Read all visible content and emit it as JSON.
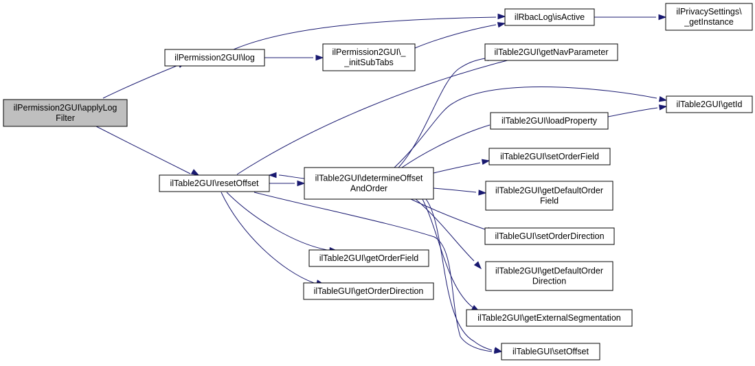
{
  "diagram": {
    "colors": {
      "edge": "#191970",
      "root_fill": "#bfbfbf",
      "node_fill": "#ffffff",
      "node_stroke": "#000000"
    },
    "nodes": [
      {
        "id": "applyLogFilter",
        "lines": [
          "ilPermission2GUI\\applyLog",
          "Filter"
        ],
        "root": true
      },
      {
        "id": "log",
        "lines": [
          "ilPermission2GUI\\log"
        ]
      },
      {
        "id": "initSubTabs",
        "lines": [
          "ilPermission2GUI\\_",
          "_initSubTabs"
        ]
      },
      {
        "id": "isActive",
        "lines": [
          "ilRbacLog\\isActive"
        ]
      },
      {
        "id": "privacy",
        "lines": [
          "ilPrivacySettings\\",
          "_getInstance"
        ]
      },
      {
        "id": "resetOffset",
        "lines": [
          "ilTable2GUI\\resetOffset"
        ]
      },
      {
        "id": "determine",
        "lines": [
          "ilTable2GUI\\determineOffset",
          "AndOrder"
        ]
      },
      {
        "id": "getNavParameter",
        "lines": [
          "ilTable2GUI\\getNavParameter"
        ]
      },
      {
        "id": "getId",
        "lines": [
          "ilTable2GUI\\getId"
        ]
      },
      {
        "id": "loadProperty",
        "lines": [
          "ilTable2GUI\\loadProperty"
        ]
      },
      {
        "id": "setOrderField",
        "lines": [
          "ilTable2GUI\\setOrderField"
        ]
      },
      {
        "id": "getDefaultOrderField",
        "lines": [
          "ilTable2GUI\\getDefaultOrder",
          "Field"
        ]
      },
      {
        "id": "setOrderDirection",
        "lines": [
          "ilTableGUI\\setOrderDirection"
        ]
      },
      {
        "id": "getDefaultOrderDirection",
        "lines": [
          "ilTable2GUI\\getDefaultOrder",
          "Direction"
        ]
      },
      {
        "id": "getExternalSegmentation",
        "lines": [
          "ilTable2GUI\\getExternalSegmentation"
        ]
      },
      {
        "id": "setOffset",
        "lines": [
          "ilTableGUI\\setOffset"
        ]
      },
      {
        "id": "getOrderField",
        "lines": [
          "ilTable2GUI\\getOrderField"
        ]
      },
      {
        "id": "getOrderDirection",
        "lines": [
          "ilTableGUI\\getOrderDirection"
        ]
      }
    ],
    "edges": [
      {
        "from": "applyLogFilter",
        "to": "log"
      },
      {
        "from": "applyLogFilter",
        "to": "resetOffset"
      },
      {
        "from": "log",
        "to": "isActive"
      },
      {
        "from": "log",
        "to": "initSubTabs"
      },
      {
        "from": "initSubTabs",
        "to": "isActive"
      },
      {
        "from": "isActive",
        "to": "privacy"
      },
      {
        "from": "resetOffset",
        "to": "getNavParameter"
      },
      {
        "from": "resetOffset",
        "to": "determine"
      },
      {
        "from": "determine",
        "to": "resetOffset"
      },
      {
        "from": "resetOffset",
        "to": "getOrderField"
      },
      {
        "from": "resetOffset",
        "to": "getOrderDirection"
      },
      {
        "from": "resetOffset",
        "to": "setOffset"
      },
      {
        "from": "determine",
        "to": "getNavParameter"
      },
      {
        "from": "determine",
        "to": "getId"
      },
      {
        "from": "determine",
        "to": "loadProperty"
      },
      {
        "from": "determine",
        "to": "setOrderField"
      },
      {
        "from": "determine",
        "to": "getDefaultOrderField"
      },
      {
        "from": "determine",
        "to": "setOrderDirection"
      },
      {
        "from": "determine",
        "to": "getDefaultOrderDirection"
      },
      {
        "from": "determine",
        "to": "getExternalSegmentation"
      },
      {
        "from": "determine",
        "to": "setOffset"
      },
      {
        "from": "loadProperty",
        "to": "getId"
      }
    ]
  }
}
